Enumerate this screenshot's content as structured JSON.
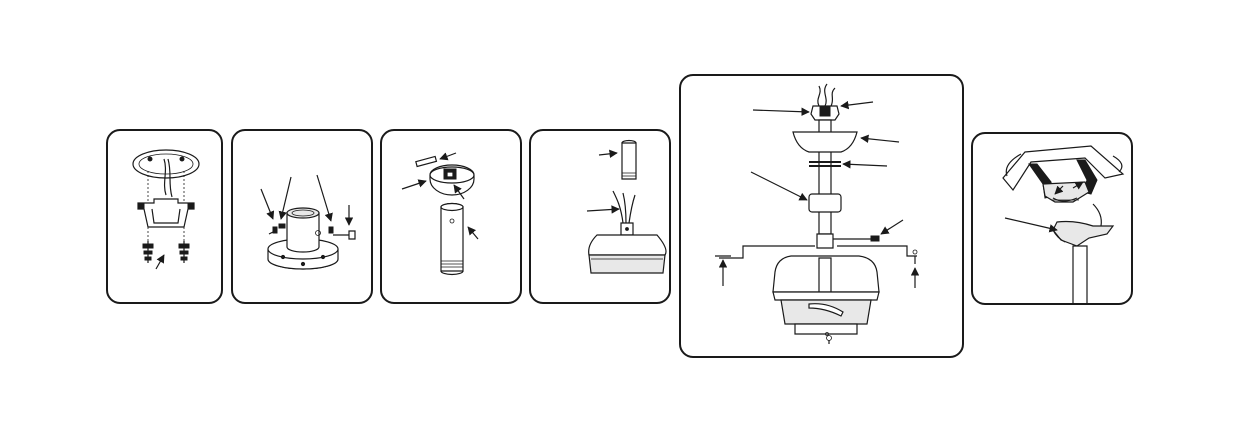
{
  "figure": {
    "panels": [
      {
        "name": "panel-ceiling-bracket-mounting"
      },
      {
        "name": "panel-hanger-ball-bracket"
      },
      {
        "name": "panel-downrod-assembly"
      },
      {
        "name": "panel-wire-feed-through-downrod"
      },
      {
        "name": "panel-fan-assembly-overview"
      },
      {
        "name": "panel-hang-fan-on-bracket"
      }
    ]
  },
  "colors": {
    "line": "#1a1a1a",
    "fill_light": "#e8e8e8",
    "fill_mid": "#9a9a9a",
    "background": "#ffffff"
  }
}
